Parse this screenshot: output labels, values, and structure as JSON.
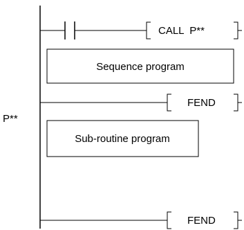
{
  "ladder": {
    "call_instruction": "CALL  P**",
    "end_instruction_1": "FEND",
    "end_instruction_2": "FEND",
    "pointer_label": "P**"
  },
  "blocks": {
    "sequence_program": "Sequence program",
    "subroutine_program": "Sub-routine program"
  }
}
